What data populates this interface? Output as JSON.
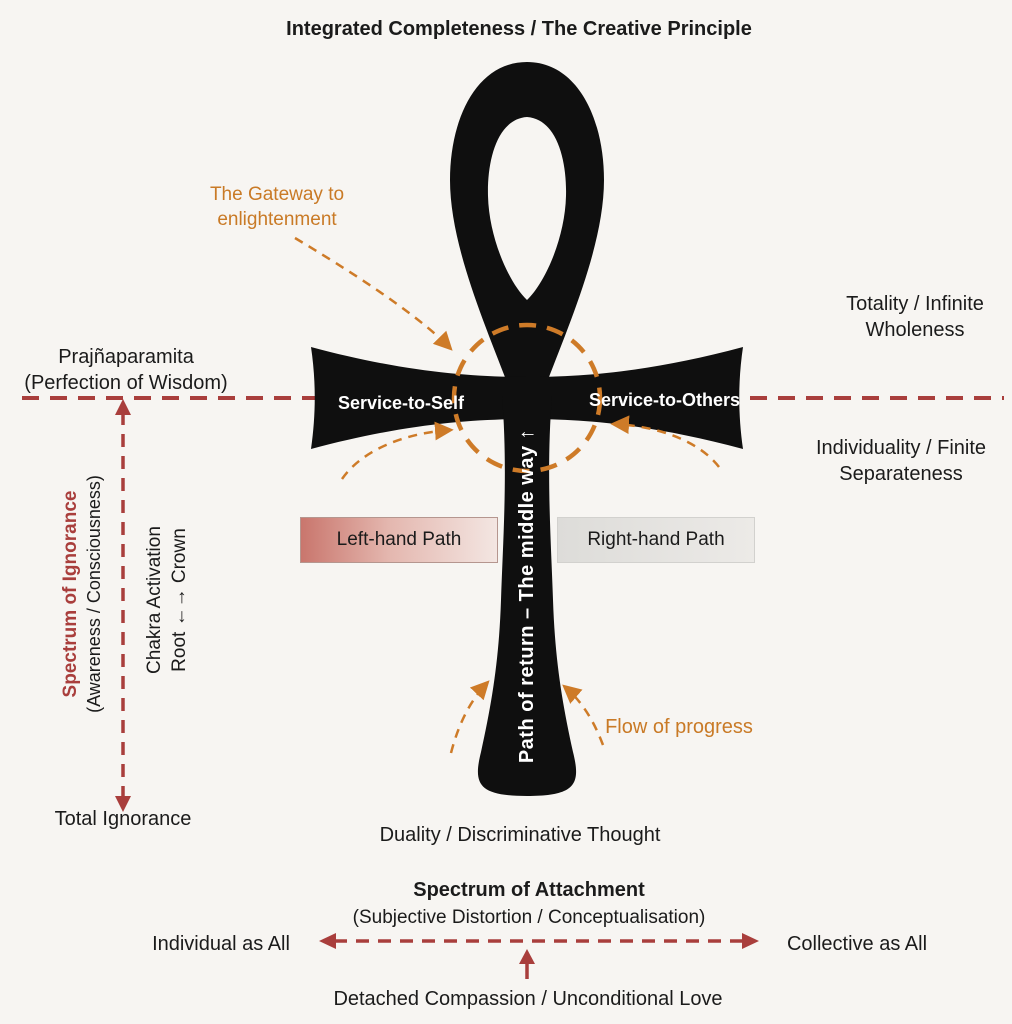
{
  "colors": {
    "background": "#f7f5f2",
    "ankh": "#0f0f0f",
    "dark_red": "#a93e3c",
    "orange": "#ce7b28",
    "left_path_gradient_start": "#c9766d",
    "left_path_gradient_end": "#f3e6e2",
    "right_path_bg": "#e7e6e3"
  },
  "labels": {
    "top_principle": "Integrated Completeness / The Creative Principle",
    "gateway": "The Gateway to enlightenment",
    "totality": "Totality / Infinite Wholeness",
    "prajnaparamita_line1": "Prajñaparamita",
    "prajnaparamita_line2": "(Perfection of Wisdom)",
    "service_to_self": "Service-to-Self",
    "service_to_others": "Service-to-Others",
    "individuality": "Individuality / Finite Separateness",
    "spectrum_ignorance_title": "Spectrum of Ignorance",
    "spectrum_ignorance_sub": "(Awareness / Consciousness)",
    "chakra_line1": "Chakra Activation",
    "chakra_line2": "Root ←→ Crown",
    "total_ignorance": "Total Ignorance",
    "left_hand_path": "Left-hand Path",
    "right_hand_path": "Right-hand Path",
    "middle_way": "Path of return – The middle way ↑",
    "flow_of_progress": "Flow of progress",
    "duality": "Duality / Discriminative Thought",
    "spectrum_attachment_title": "Spectrum of Attachment",
    "spectrum_attachment_sub": "(Subjective Distortion / Conceptualisation)",
    "individual_as_all": "Individual as All",
    "collective_as_all": "Collective as All",
    "detached_compassion": "Detached Compassion / Unconditional Love"
  }
}
